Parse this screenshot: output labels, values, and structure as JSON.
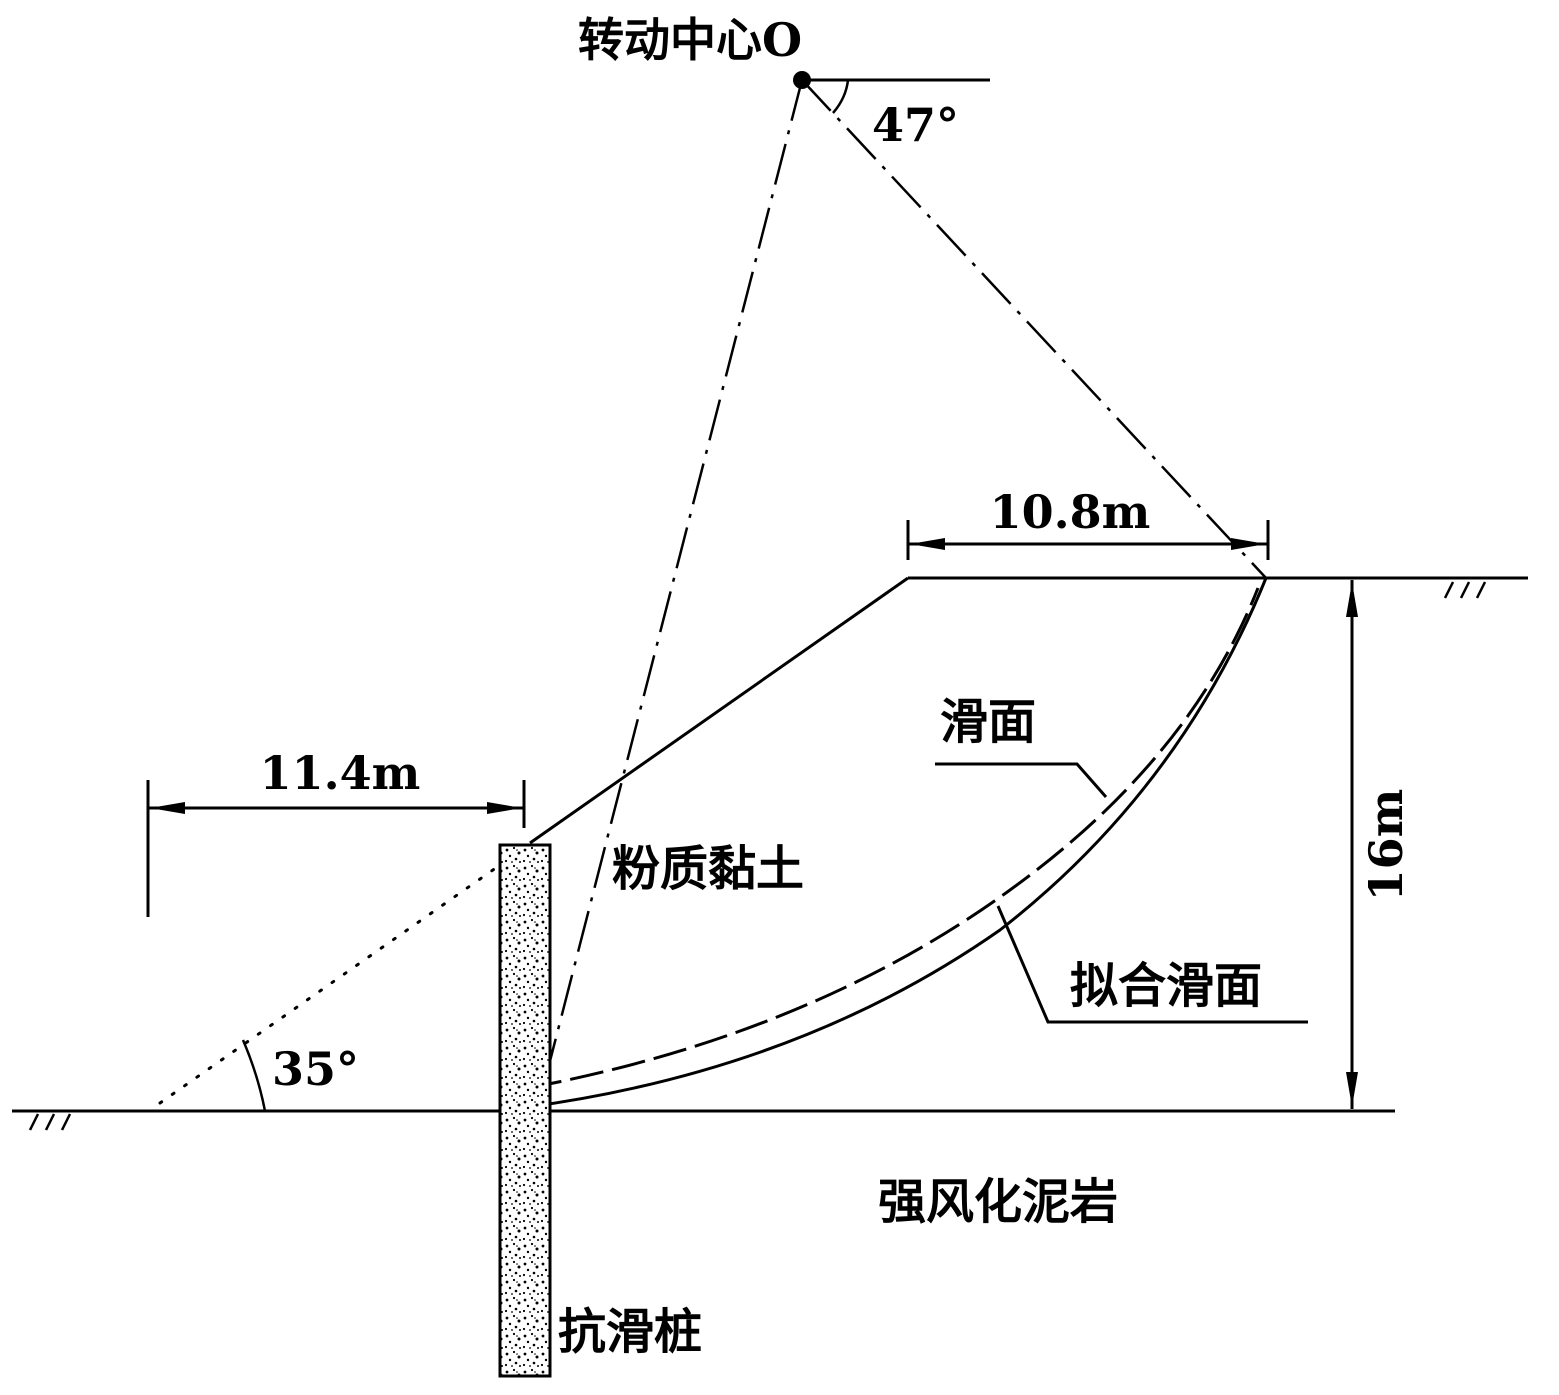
{
  "labels": {
    "rotation_center": "转动中心O",
    "angle_top": "47°",
    "angle_bottom": "35°",
    "dim_top": "10.8m",
    "dim_left": "11.4m",
    "dim_height": "16m",
    "slip_surface": "滑面",
    "fitted_slip_surface": "拟合滑面",
    "soil_layer": "粉质黏土",
    "rock_layer": "强风化泥岩",
    "pile": "抗滑桩"
  }
}
